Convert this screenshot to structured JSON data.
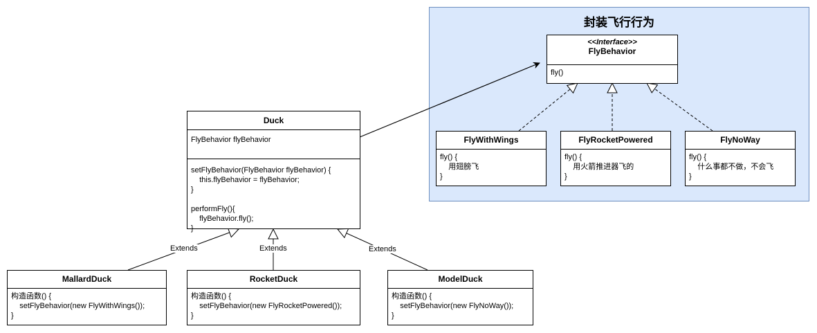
{
  "group": {
    "title": "封装飞行行为"
  },
  "interface": {
    "stereotype": "<<Interface>>",
    "name": "FlyBehavior",
    "methods": "fly()"
  },
  "impls": [
    {
      "name": "FlyWithWings",
      "body": "fly() {\n    用翅膀飞\n}"
    },
    {
      "name": "FlyRocketPowered",
      "body": "fly() {\n    用火箭推进器飞的\n}"
    },
    {
      "name": "FlyNoWay",
      "body": "fly() {\n    什么事都不做，不会飞\n}"
    }
  ],
  "duck": {
    "name": "Duck",
    "fields": "FlyBehavior flyBehavior",
    "methods": "setFlyBehavior(FlyBehavior flyBehavior) {\n    this.flyBehavior = flyBehavior;\n}\n\nperformFly(){\n    flyBehavior.fly();\n}"
  },
  "subclasses": [
    {
      "name": "MallardDuck",
      "body": "构造函数() {\n    setFlyBehavior(new FlyWithWings());\n}"
    },
    {
      "name": "RocketDuck",
      "body": "构造函数() {\n    setFlyBehavior(new FlyRocketPowered());\n}"
    },
    {
      "name": "ModelDuck",
      "body": "构造函数() {\n    setFlyBehavior(new FlyNoWay());\n}"
    }
  ],
  "edge_labels": {
    "extends": "Extends"
  }
}
